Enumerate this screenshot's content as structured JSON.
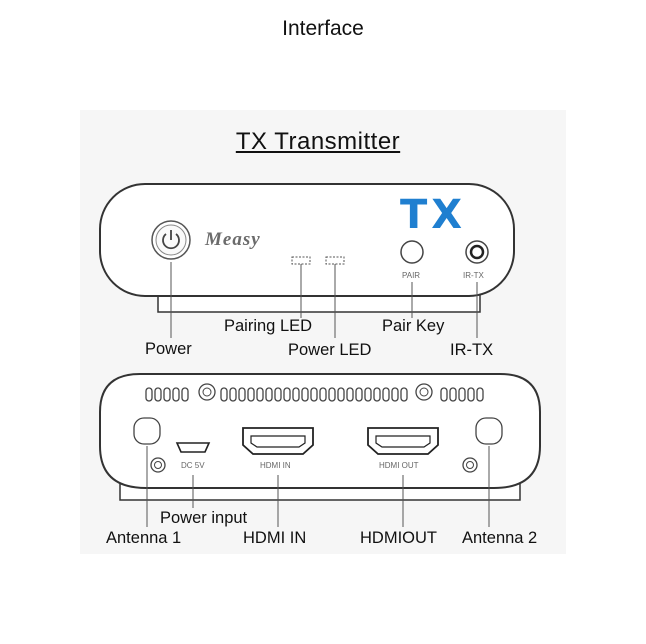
{
  "header": {
    "title": "Interface"
  },
  "section": {
    "title": "TX Transmitter"
  },
  "device_front": {
    "brand": "Measy",
    "logo": "TX",
    "port_labels": {
      "pair": "PAIR",
      "ir_tx": "IR-TX"
    }
  },
  "device_back": {
    "port_labels": {
      "dc": "DC 5V",
      "hdmi_in": "HDMI IN",
      "hdmi_out": "HDMI OUT"
    }
  },
  "callouts": {
    "power": "Power",
    "pairing_led": "Pairing LED",
    "power_led": "Power LED",
    "pair_key": "Pair Key",
    "ir_tx": "IR-TX",
    "power_input": "Power input",
    "antenna_1": "Antenna 1",
    "hdmi_in": "HDMI IN",
    "hdmi_out": "HDMIOUT",
    "antenna_2": "Antenna 2"
  },
  "colors": {
    "accent": "#1f7fd0",
    "outline": "#333333",
    "background": "#f6f6f6"
  },
  "icons": [
    "power-icon",
    "hdmi-port-icon",
    "micro-usb-icon",
    "antenna-icon",
    "screw-icon"
  ]
}
